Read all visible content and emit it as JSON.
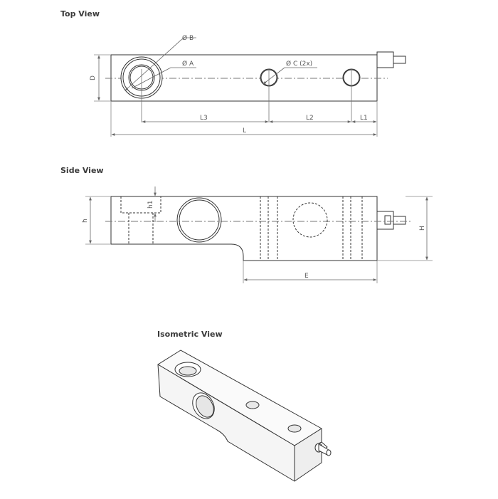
{
  "views": {
    "top": "Top View",
    "side": "Side View",
    "iso": "Isometric View"
  },
  "dims": {
    "phi_b": "Ø B",
    "phi_a": "Ø A",
    "phi_c": "Ø C (2x)",
    "D": "D",
    "L3": "L3",
    "L2": "L2",
    "L1": "L1",
    "L": "L",
    "h": "h",
    "h1": "h1",
    "H": "H",
    "E": "E"
  }
}
